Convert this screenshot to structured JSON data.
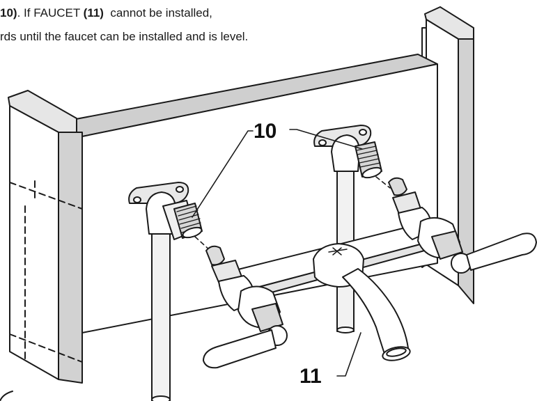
{
  "instructions": {
    "line1": {
      "part_a": "10)",
      "part_b": ". If FAUCET ",
      "part_c": "(11)",
      "part_d": "  cannot be installed,"
    },
    "line2": "rds until the faucet can be installed and is level."
  },
  "callouts": {
    "supply_valves": "10",
    "faucet": "11"
  }
}
